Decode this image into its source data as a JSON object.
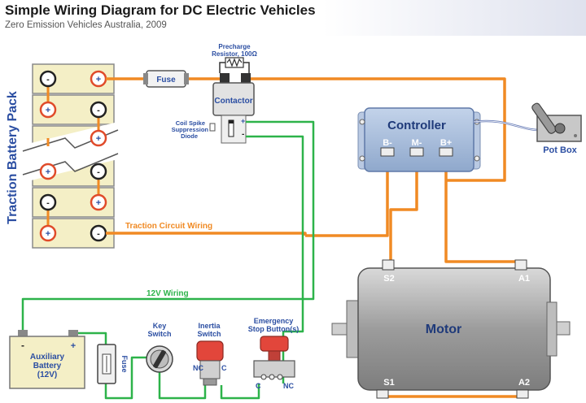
{
  "header": {
    "title": "Simple Wiring Diagram for DC Electric Vehicles",
    "subtitle": "Zero Emission Vehicles Australia, 2009"
  },
  "battery_pack": {
    "label": "Traction Battery Pack",
    "minus": "-",
    "plus": "+"
  },
  "fuse_main": {
    "label": "Fuse"
  },
  "precharge": {
    "label_line1": "Precharge",
    "label_line2": "Resistor, 100Ω"
  },
  "contactor": {
    "label": "Contactor",
    "plus": "+",
    "minus": "-"
  },
  "diode": {
    "label_line1": "Coil Spike",
    "label_line2": "Suppression",
    "label_line3": "Diode"
  },
  "controller": {
    "label": "Controller",
    "terminal_bminus": "B-",
    "terminal_mminus": "M-",
    "terminal_bplus": "B+"
  },
  "pot_box": {
    "label": "Pot Box"
  },
  "wiring": {
    "traction": "Traction Circuit Wiring",
    "twelve_v": "12V Wiring"
  },
  "aux_battery": {
    "label_line1": "Auxiliary",
    "label_line2": "Battery",
    "label_line3": "(12V)",
    "minus": "-",
    "plus": "+"
  },
  "fuse_aux": {
    "label": "Fuse"
  },
  "key_switch": {
    "label_line1": "Key",
    "label_line2": "Switch"
  },
  "inertia_switch": {
    "label_line1": "Inertia",
    "label_line2": "Switch",
    "nc": "NC",
    "c": "C"
  },
  "estop": {
    "label_line1": "Emergency",
    "label_line2": "Stop Button(s)",
    "c": "C",
    "nc": "NC"
  },
  "motor": {
    "label": "Motor",
    "s2": "S2",
    "a1": "A1",
    "s1": "S1",
    "a2": "A2"
  },
  "colors": {
    "traction_wire": "#f08a24",
    "twelve_v_wire": "#2db34a",
    "label_blue": "#2b4ea2",
    "controller_body": "#a9bedc",
    "motor_body": "#a9a9a9",
    "cell_fill": "#f4efc6"
  }
}
